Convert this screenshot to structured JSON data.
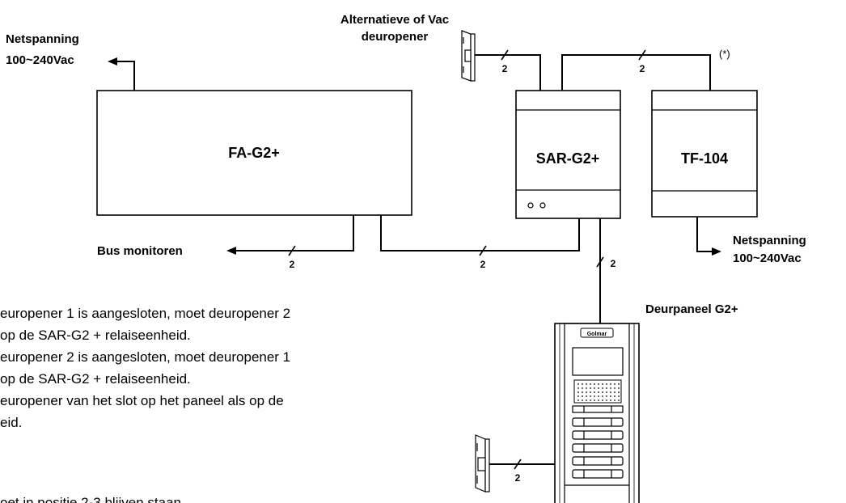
{
  "labels": {
    "mains_left_1": "Netspanning",
    "mains_left_2": "100~240Vac",
    "alt_opener_1": "Alternatieve of Vac",
    "alt_opener_2": "deuropener",
    "asterisk": "(*)",
    "fa_g2": "FA-G2+",
    "sar_g2": "SAR-G2+",
    "tf_104": "TF-104",
    "bus_monitors": "Bus monitoren",
    "mains_right_1": "Netspanning",
    "mains_right_2": "100~240Vac",
    "door_panel": "Deurpaneel G2+",
    "panel_brand": "Golmar"
  },
  "wire_count": "2",
  "notes": [
    "europener 1 is aangesloten, moet deuropener 2",
    "op de SAR-G2 + relaiseenheid.",
    "europener 2 is aangesloten, moet deuropener 1",
    "op de SAR-G2 + relaiseenheid.",
    "europener van het slot  op het paneel als op de",
    "eid.",
    "oet in positie 2-3 blijven staan"
  ]
}
